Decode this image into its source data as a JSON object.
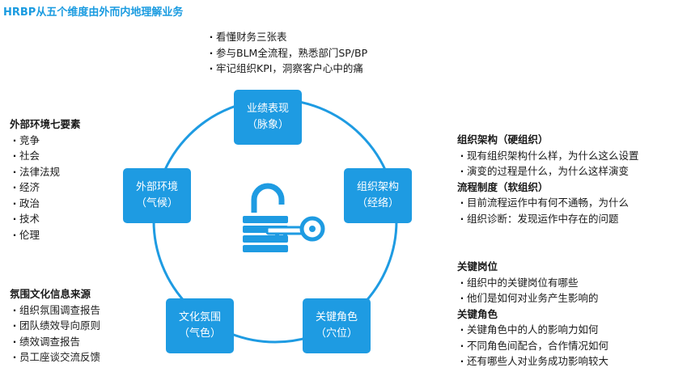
{
  "title": "HRBP从五个维度由外而内地理解业务",
  "top_block": {
    "items": [
      "看懂财务三张表",
      "参与BLM全流程，熟悉部门SP/BP",
      "牢记组织KPI，洞察客户心中的痛"
    ]
  },
  "left_block": {
    "heading": "外部环境七要素",
    "items": [
      "竞争",
      "社会",
      "法律法规",
      "经济",
      "政治",
      "技术",
      "伦理"
    ]
  },
  "bottom_left_block": {
    "heading": "氛围文化信息来源",
    "items": [
      "组织氛围调查报告",
      "团队绩效导向原则",
      "绩效调查报告",
      "员工座谈交流反馈"
    ]
  },
  "right_top_block": {
    "heading1": "组织架构（硬组织）",
    "items1": [
      "现有组织架构什么样，为什么这么设置",
      "演变的过程是什么，为什么这样演变"
    ],
    "heading2": "流程制度（软组织）",
    "items2": [
      "目前流程运作中有何不通畅，为什么",
      "组织诊断：发现运作中存在的问题"
    ]
  },
  "right_bottom_block": {
    "heading1": "关键岗位",
    "items1": [
      "组织中的关键岗位有哪些",
      "他们是如何对业务产生影响的"
    ],
    "heading2": "关键角色",
    "items2": [
      "关键角色中的人的影响力如何",
      "不同角色间配合，合作情况如何",
      "还有哪些人对业务成功影响较大"
    ]
  },
  "nodes": {
    "performance": {
      "label": "业绩表现",
      "sub": "（脉象）"
    },
    "external": {
      "label": "外部环境",
      "sub": "（气候）"
    },
    "organization": {
      "label": "组织架构",
      "sub": "（经络）"
    },
    "culture": {
      "label": "文化氛围",
      "sub": "（气色）"
    },
    "key_roles": {
      "label": "关键角色",
      "sub": "（穴位）"
    }
  },
  "colors": {
    "accent": "#1e9be2",
    "title": "#1a9be0",
    "ring": "#1e9be2",
    "lock": "#1e9be2"
  },
  "icon": "unlocked-padlock-with-key-icon"
}
